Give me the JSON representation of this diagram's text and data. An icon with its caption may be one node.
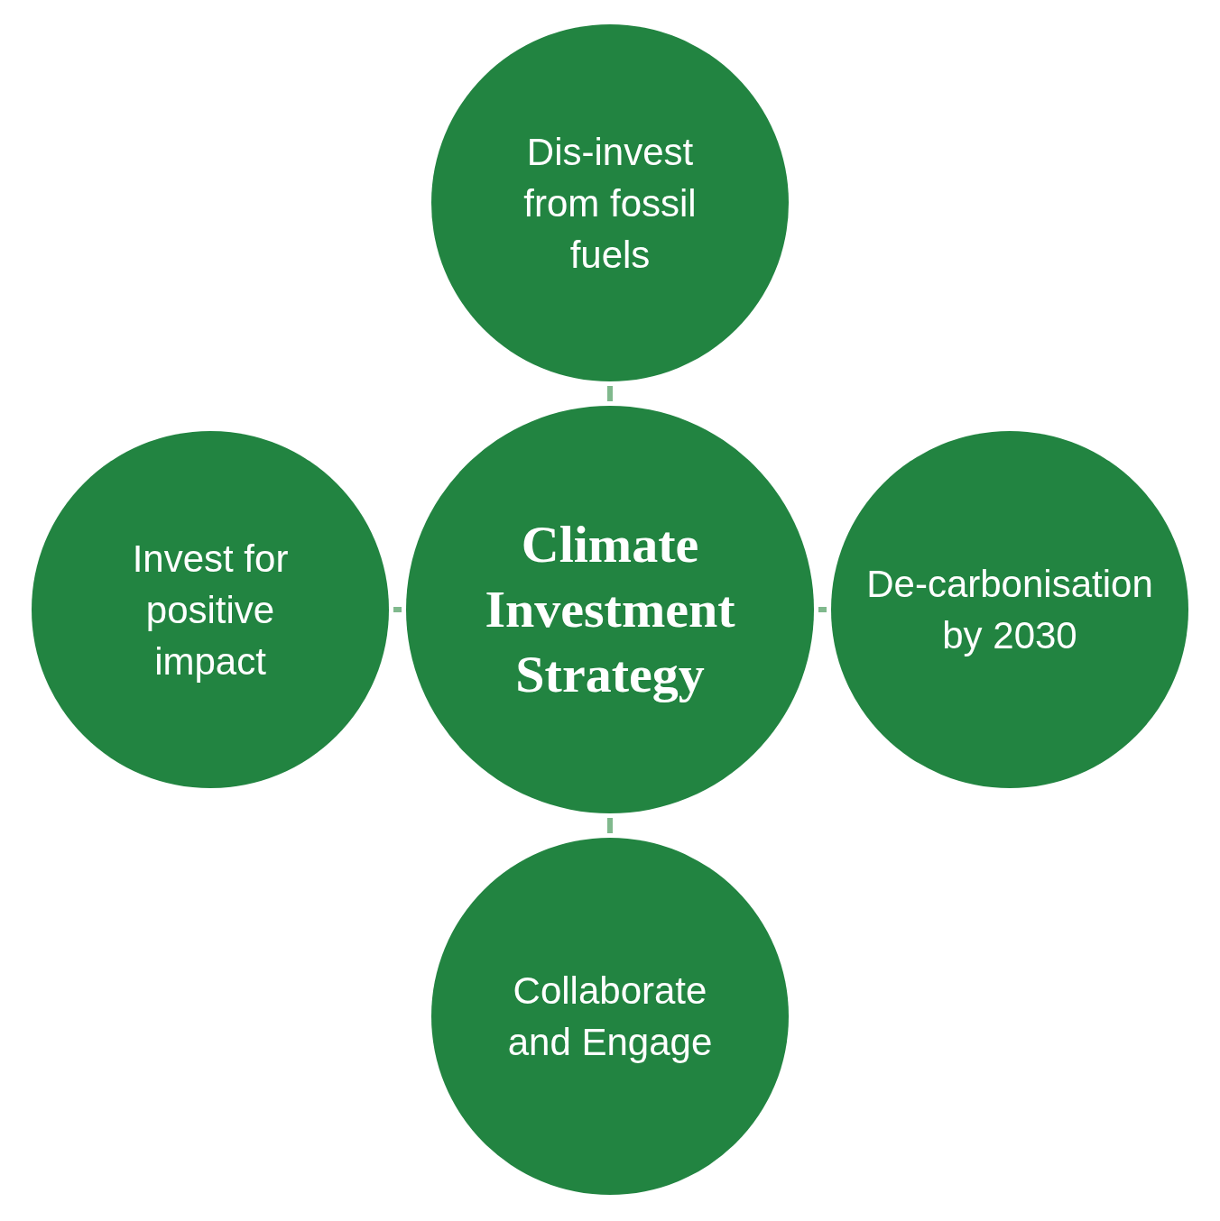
{
  "diagram": {
    "nodes": [
      {
        "text": [
          "Dis-invest from fossil fuels"
        ]
      },
      {
        "text": [
          "Invest for positive impact"
        ]
      },
      {
        "text": [
          "Climate Investment Strategy"
        ]
      },
      {
        "text": [
          "De-carbonisation by 2030"
        ]
      },
      {
        "text": [
          "Collaborate and Engage"
        ]
      }
    ],
    "edges": [
      {
        "from": 2,
        "to": 0,
        "arrow": "none"
      },
      {
        "from": 2,
        "to": 1,
        "arrow": "none"
      },
      {
        "from": 2,
        "to": 3,
        "arrow": "none"
      },
      {
        "from": 2,
        "to": 4,
        "arrow": "none"
      }
    ]
  }
}
